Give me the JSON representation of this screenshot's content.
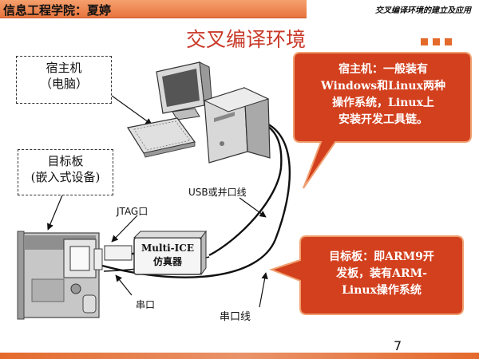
{
  "header": {
    "left_title": "信息工程学院：夏婷",
    "right_title": "交叉编译环境的建立及应用"
  },
  "title": "交叉编译环境",
  "host_label": {
    "line1": "宿主机",
    "line2": "（电脑）"
  },
  "target_label": {
    "line1": "目标板",
    "line2": "(嵌入式设备)"
  },
  "callout_host": {
    "lines": [
      "宿主机：一般装有",
      "Windows和Linux两种",
      "操作系统，Linux上",
      "安装开发工具链。"
    ]
  },
  "callout_target": {
    "lines": [
      "目标板：即ARM9开",
      "发板，装有ARM-",
      "Linux操作系统"
    ]
  },
  "connection_labels": {
    "usb": "USB或并口线",
    "jtag": "JTAG口",
    "serial_port": "串口",
    "serial_cable": "串口线"
  },
  "ice_box": {
    "line1": "Multi-ICE",
    "line2": "仿真器"
  },
  "page_number": "7",
  "colors": {
    "accent": "#e46a2c",
    "title": "#c93a2a",
    "callout_fill": "#d3401e",
    "callout_border": "#f0a070"
  }
}
